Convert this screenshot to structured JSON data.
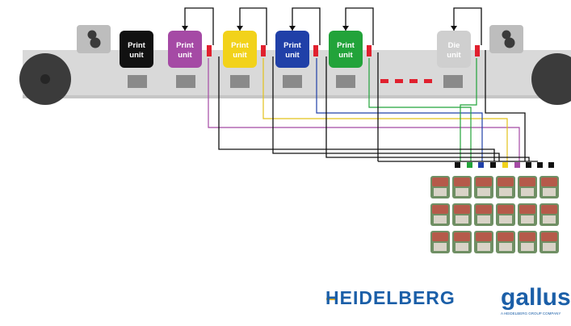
{
  "units": [
    {
      "label_line1": "Print",
      "label_line2": "unit",
      "color": "#111111"
    },
    {
      "label_line1": "Print",
      "label_line2": "unit",
      "color": "#a54aa5"
    },
    {
      "label_line1": "Print",
      "label_line2": "unit",
      "color": "#f2d21a"
    },
    {
      "label_line1": "Print",
      "label_line2": "unit",
      "color": "#2040a8"
    },
    {
      "label_line1": "Print",
      "label_line2": "unit",
      "color": "#22a33a"
    },
    {
      "label_line1": "Die",
      "label_line2": "unit",
      "color": "#cfcfcf"
    }
  ],
  "connector_colors": [
    "#22a33a",
    "#2040a8",
    "#f2d21a",
    "#a54aa5",
    "#111111"
  ],
  "accent_color": "#e0202e",
  "logos": {
    "heidelberg": "HEIDELBERG",
    "gallus": "gallus",
    "gallus_tagline": "A HEIDELBERG GROUP COMPANY"
  },
  "icons": [
    "roller-icon",
    "tension-handle-icon",
    "control-panel-icon"
  ]
}
